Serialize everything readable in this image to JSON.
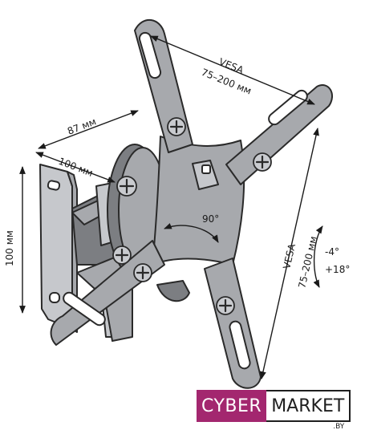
{
  "dimensions": {
    "vesa_top_label": "VESA",
    "vesa_top_value": "75–200 мм",
    "arm_depth": "87 мм",
    "plate_width": "100 мм",
    "plate_height": "100 мм",
    "rotation": "90°",
    "vesa_side_label": "VESA",
    "vesa_side_value": "75–200 мм",
    "tilt_up": "-4°",
    "tilt_down": "+18°"
  },
  "brand": {
    "part1": "CYBER",
    "part2": "MARKET",
    "tld": ".BY",
    "primary_color": "#a3276f"
  }
}
